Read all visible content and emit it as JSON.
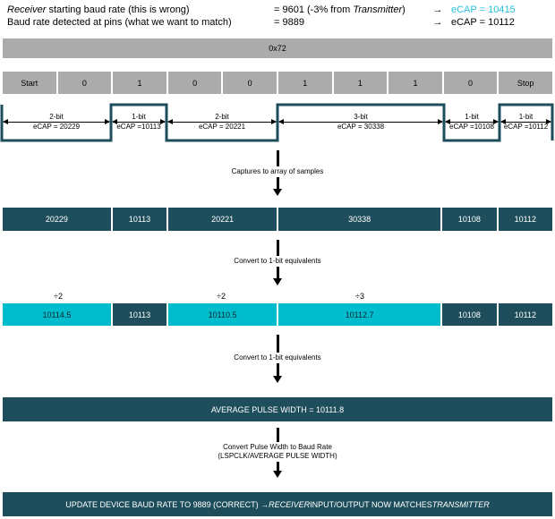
{
  "colors": {
    "dark_teal": "#1E4E5C",
    "cyan_highlight": "#00BCCD",
    "gray": "#ABABAB",
    "accent_text_cyan": "#25C1DB"
  },
  "header": {
    "line1": {
      "name_italic": "Receiver",
      "name_rest": " starting baud rate (this is wrong)",
      "value_pre": "= 9601 (-3% from ",
      "value_italic": "Transmitter",
      "value_post": ")",
      "arrow": "→",
      "ecap": "eCAP = 10415"
    },
    "line2": {
      "name": "Baud rate detected at pins (what we want to match)",
      "value": "= 9889",
      "arrow": "→",
      "ecap": "eCAP = 10112"
    }
  },
  "byte_bar": {
    "label": "0x72"
  },
  "bit_bar": {
    "cells": [
      "Start",
      "0",
      "1",
      "0",
      "0",
      "1",
      "1",
      "1",
      "0",
      "Stop"
    ]
  },
  "waveform": {
    "segments": [
      {
        "bits": "2-bit",
        "ecap": "eCAP = 20229"
      },
      {
        "bits": "1-bit",
        "ecap": "eCAP =10113"
      },
      {
        "bits": "2-bit",
        "ecap": "eCAP = 20221"
      },
      {
        "bits": "3-bit",
        "ecap": "eCAP = 30338"
      },
      {
        "bits": "1-bit",
        "ecap": "eCAP =10108"
      },
      {
        "bits": "1-bit",
        "ecap": "eCAP =10112"
      }
    ]
  },
  "step1": {
    "label": "Captures to array of samples"
  },
  "samples_bar": {
    "cells": [
      "20229",
      "10113",
      "20221",
      "30338",
      "10108",
      "10112"
    ]
  },
  "step2": {
    "label": "Convert to 1-bit equivalents"
  },
  "divisors": [
    "÷2",
    "÷2",
    "÷3"
  ],
  "converted_bar": {
    "cells": [
      "10114.5",
      "10113",
      "10110.5",
      "10112.7",
      "10108",
      "10112"
    ]
  },
  "step3": {
    "label": "Convert to 1-bit equivalents"
  },
  "average_bar": {
    "label": "AVERAGE PULSE WIDTH = 10111.8"
  },
  "step4": {
    "label_line1": "Convert Pulse Width to Baud Rate",
    "label_line2": "(LSPCLK/AVERAGE PULSE WIDTH)"
  },
  "result_bar": {
    "pre": "UPDATE DEVICE BAUD RATE TO 9889 (CORRECT) → ",
    "receiver": "RECEIVER",
    "mid": " INPUT/OUTPUT NOW MATCHES ",
    "transmitter": "TRANSMITTER"
  }
}
